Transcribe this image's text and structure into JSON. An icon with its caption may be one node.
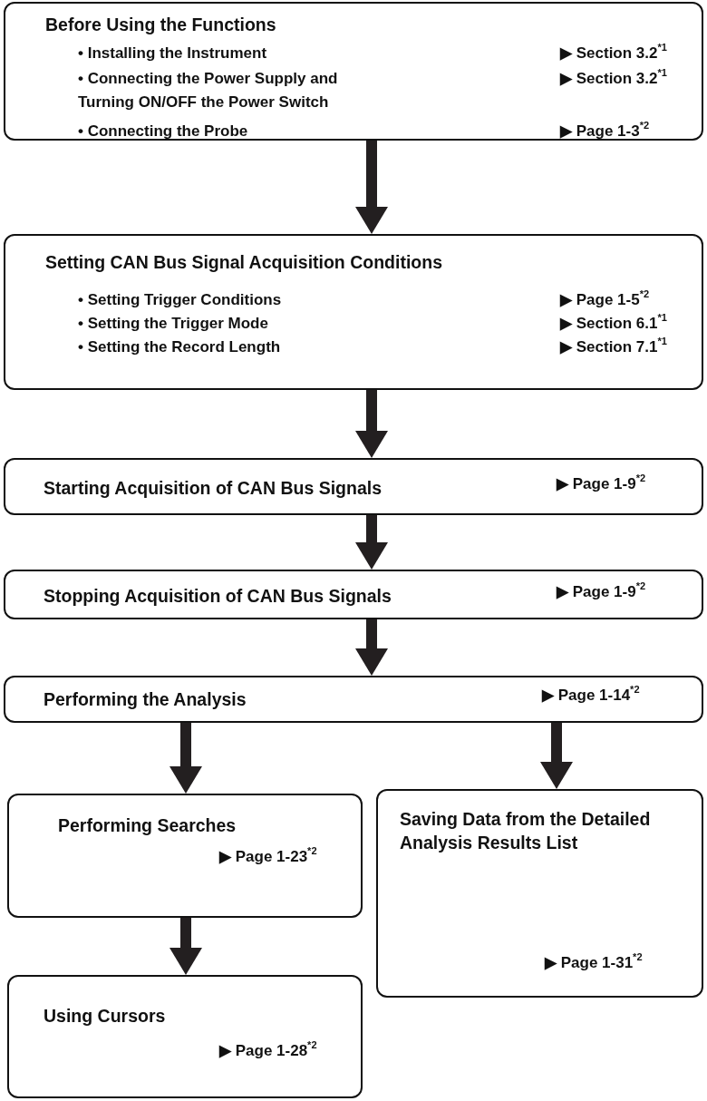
{
  "diagram": {
    "nodes": [
      {
        "text": [
          "Before Using the Functions",
          "• Installing the Instrument",
          "▶ Section 3.2$^{*1}$",
          "• Connecting the Power Supply and Turning ON/OFF the Power Switch",
          "▶ Section 3.2$^{*1}$",
          "• Connecting the Probe",
          "▶ Page 1-3$^{*2}$"
        ]
      },
      {
        "text": [
          "Setting CAN Bus Signal Acquisition Conditions",
          "• Setting Trigger Conditions",
          "▶ Page 1-5$^{*2}$",
          "• Setting the Trigger Mode",
          "▶ Section 6.1$^{*1}$",
          "• Setting the Record Length",
          "▶ Section 7.1$^{*1}$"
        ]
      },
      {
        "text": [
          "Starting Acquisition of CAN Bus Signals",
          "▶ Page 1-9$^{*2}$"
        ]
      },
      {
        "text": [
          "Stopping Acquisition of CAN Bus Signals",
          "▶ Page 1-9$^{*2}$"
        ]
      },
      {
        "text": [
          "Performing the Analysis",
          "▶ Page 1-14$^{*2}$"
        ]
      },
      {
        "text": [
          "Performing Searches",
          "▶ Page 1-23$^{*2}$"
        ]
      },
      {
        "text": [
          "Saving Data from the Detailed Analysis Results List",
          "▶ Page 1-31$^{*2}$"
        ]
      },
      {
        "text": [
          "Using Cursors",
          "▶ Page 1-28$^{*2}$"
        ]
      }
    ],
    "edges": [
      {
        "from": 0,
        "to": 1,
        "arrow": "to"
      },
      {
        "from": 1,
        "to": 2,
        "arrow": "to"
      },
      {
        "from": 2,
        "to": 3,
        "arrow": "to"
      },
      {
        "from": 3,
        "to": 4,
        "arrow": "to"
      },
      {
        "from": 4,
        "to": 5,
        "arrow": "to"
      },
      {
        "from": 4,
        "to": 6,
        "arrow": "to"
      },
      {
        "from": 5,
        "to": 7,
        "arrow": "to"
      }
    ]
  }
}
